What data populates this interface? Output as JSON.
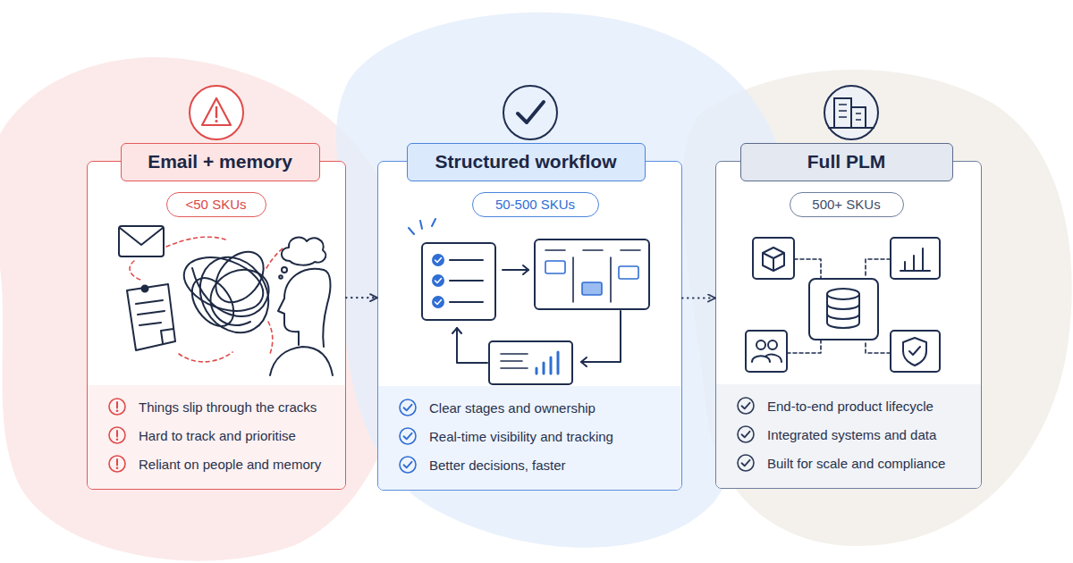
{
  "diagram": {
    "nodes": [
      {
        "text": [
          "Things slip through the cracks",
          "Hard to track and prioritise",
          "Reliant on people and memory"
        ]
      },
      {
        "text": [
          "Email + memory"
        ],
        "in": 0
      },
      {
        "text": [
          "<50 SKUs"
        ],
        "in": 0
      },
      {
        "text": [
          "Clear stages and ownership",
          "Real-time visibility and tracking",
          "Better decisions, faster"
        ]
      },
      {
        "text": [
          "Structured workflow"
        ],
        "in": 3
      },
      {
        "text": [
          "50-500 SKUs"
        ],
        "in": 3
      },
      {
        "text": [
          "End-to-end product lifecycle",
          "Integrated systems and data",
          "Built for scale and compliance"
        ]
      },
      {
        "text": [
          "Full PLM"
        ],
        "in": 6
      },
      {
        "text": [
          "500+ SKUs"
        ],
        "in": 6
      }
    ],
    "edges": [
      {
        "from": 0,
        "to": 3,
        "arrow": "to"
      },
      {
        "from": 3,
        "to": 6,
        "arrow": "to"
      }
    ]
  }
}
